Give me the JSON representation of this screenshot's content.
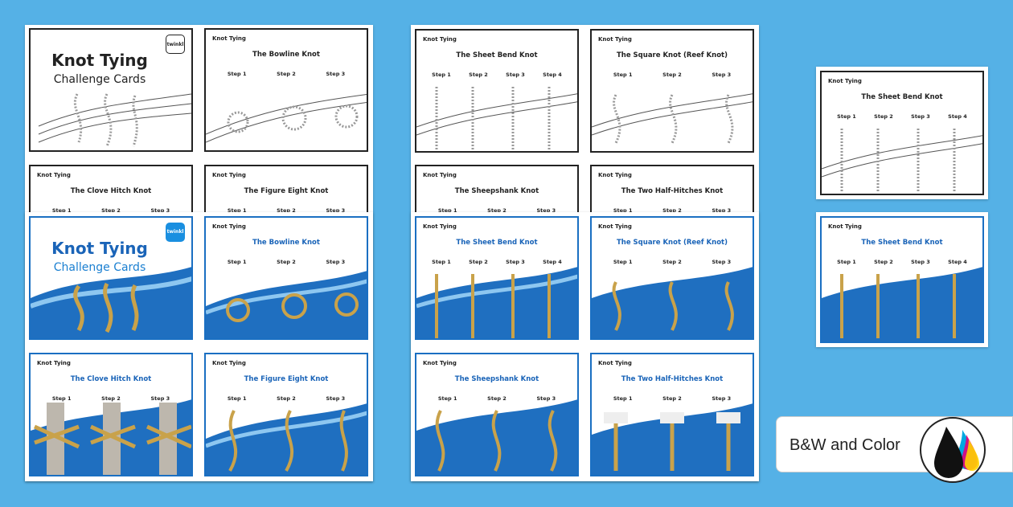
{
  "cover": {
    "title": "Knot Tying",
    "subtitle": "Challenge Cards",
    "logo": "twinkl"
  },
  "card_header": "Knot Tying",
  "step_labels": [
    "Step 1",
    "Step 2",
    "Step 3",
    "Step 4"
  ],
  "knots": {
    "bowline": "The Bowline Knot",
    "clove": "The Clove Hitch Knot",
    "figure8": "The Figure Eight Knot",
    "sheetbend": "The Sheet Bend Knot",
    "square": "The Square Knot (Reef Knot)",
    "sheepshank": "The Sheepshank Knot",
    "halfhitch": "The Two Half-Hitches Knot"
  },
  "badge": {
    "label": "B&W and Color",
    "icon": "ink-drops-icon"
  },
  "colors": {
    "background": "#55b1e6",
    "brand_blue": "#1a64b8",
    "wave_blue": "#1f6fc0",
    "rope": "#c9a24a"
  }
}
